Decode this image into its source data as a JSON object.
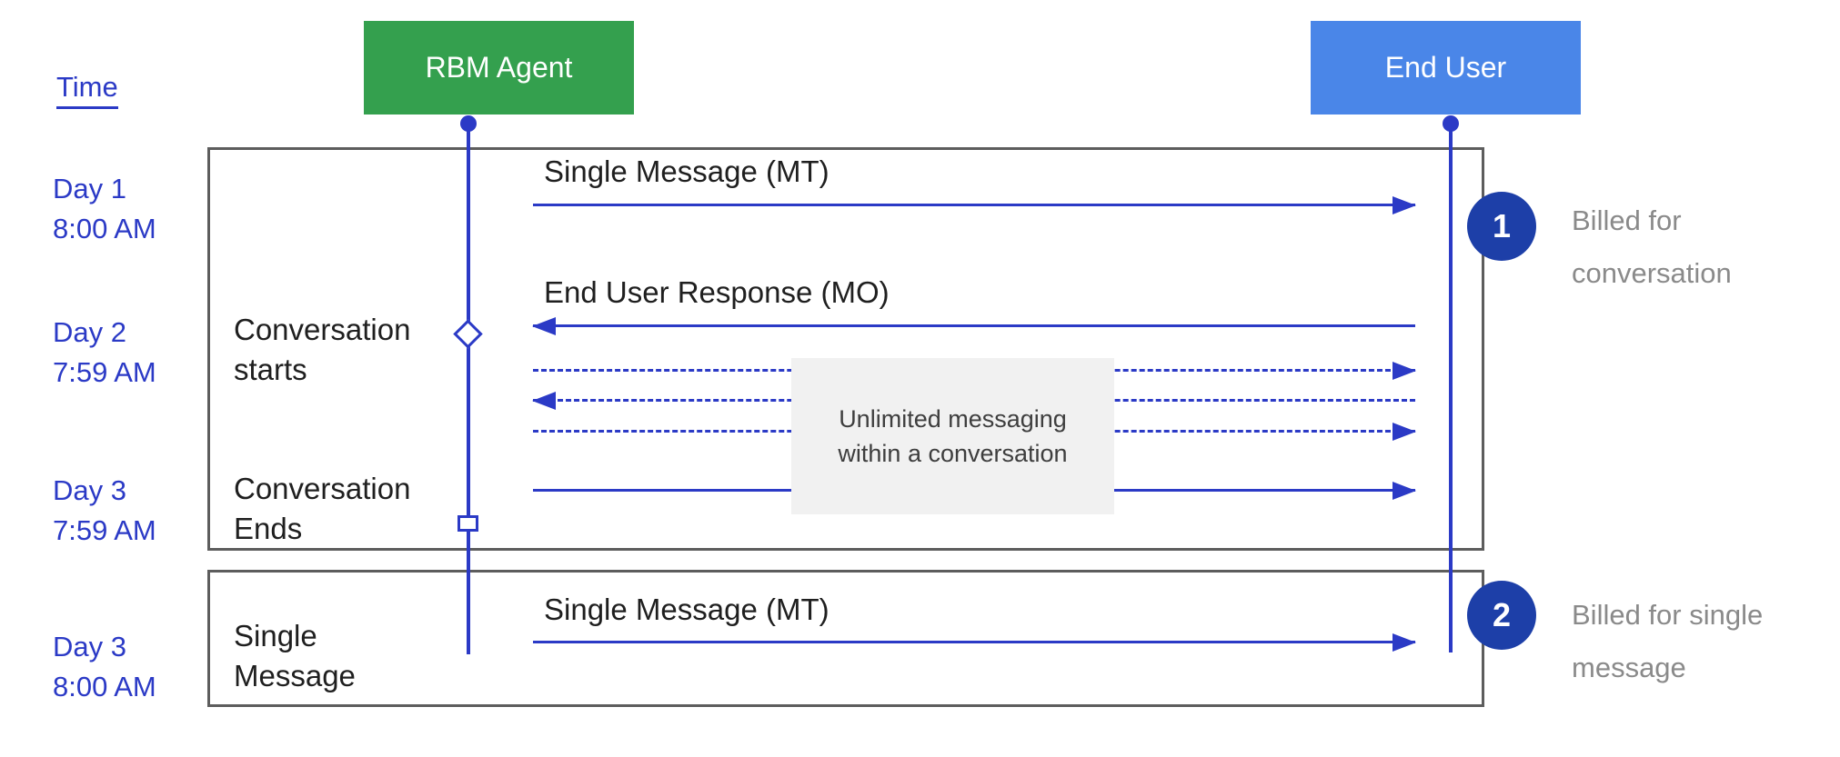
{
  "legend": {
    "time_label": "Time"
  },
  "actors": {
    "rbm": {
      "label": "RBM Agent",
      "color": "#34a04e"
    },
    "end_user": {
      "label": "End User",
      "color": "#4a86e8"
    }
  },
  "timeline": [
    {
      "day": "Day 1",
      "time": "8:00 AM"
    },
    {
      "day": "Day 2",
      "time": "7:59 AM"
    },
    {
      "day": "Day 3",
      "time": "7:59 AM"
    },
    {
      "day": "Day 3",
      "time": "8:00 AM"
    }
  ],
  "frame1": {
    "messages": {
      "mt": {
        "label": "Single Message (MT)",
        "direction": "right",
        "style": "solid"
      },
      "mo": {
        "label": "End User Response (MO)",
        "direction": "left",
        "style": "solid"
      },
      "unlabeled": [
        {
          "direction": "right",
          "style": "dashed"
        },
        {
          "direction": "left",
          "style": "dashed"
        },
        {
          "direction": "right",
          "style": "dashed"
        },
        {
          "direction": "right",
          "style": "solid"
        }
      ]
    },
    "notes": {
      "starts": {
        "line1": "Conversation",
        "line2": "starts",
        "marker": "diamond"
      },
      "ends": {
        "line1": "Conversation",
        "line2": "Ends",
        "marker": "square"
      }
    },
    "overlay": {
      "line1": "Unlimited messaging",
      "line2": "within a conversation"
    }
  },
  "frame2": {
    "message": {
      "label": "Single Message (MT)",
      "direction": "right",
      "style": "solid"
    },
    "note": {
      "line1": "Single",
      "line2": "Message"
    }
  },
  "billing": [
    {
      "number": "1",
      "line1": "Billed for",
      "line2": "conversation"
    },
    {
      "number": "2",
      "line1": "Billed for single",
      "line2": "message"
    }
  ],
  "colors": {
    "line_blue": "#2b3ac6",
    "agent_green": "#34a04e",
    "user_blue": "#4a86e8",
    "badge_blue": "#1d3fa8",
    "frame_gray": "#5d5d5d",
    "overlay_bg": "#f1f1f1",
    "billed_text_gray": "#8a8a8a"
  }
}
